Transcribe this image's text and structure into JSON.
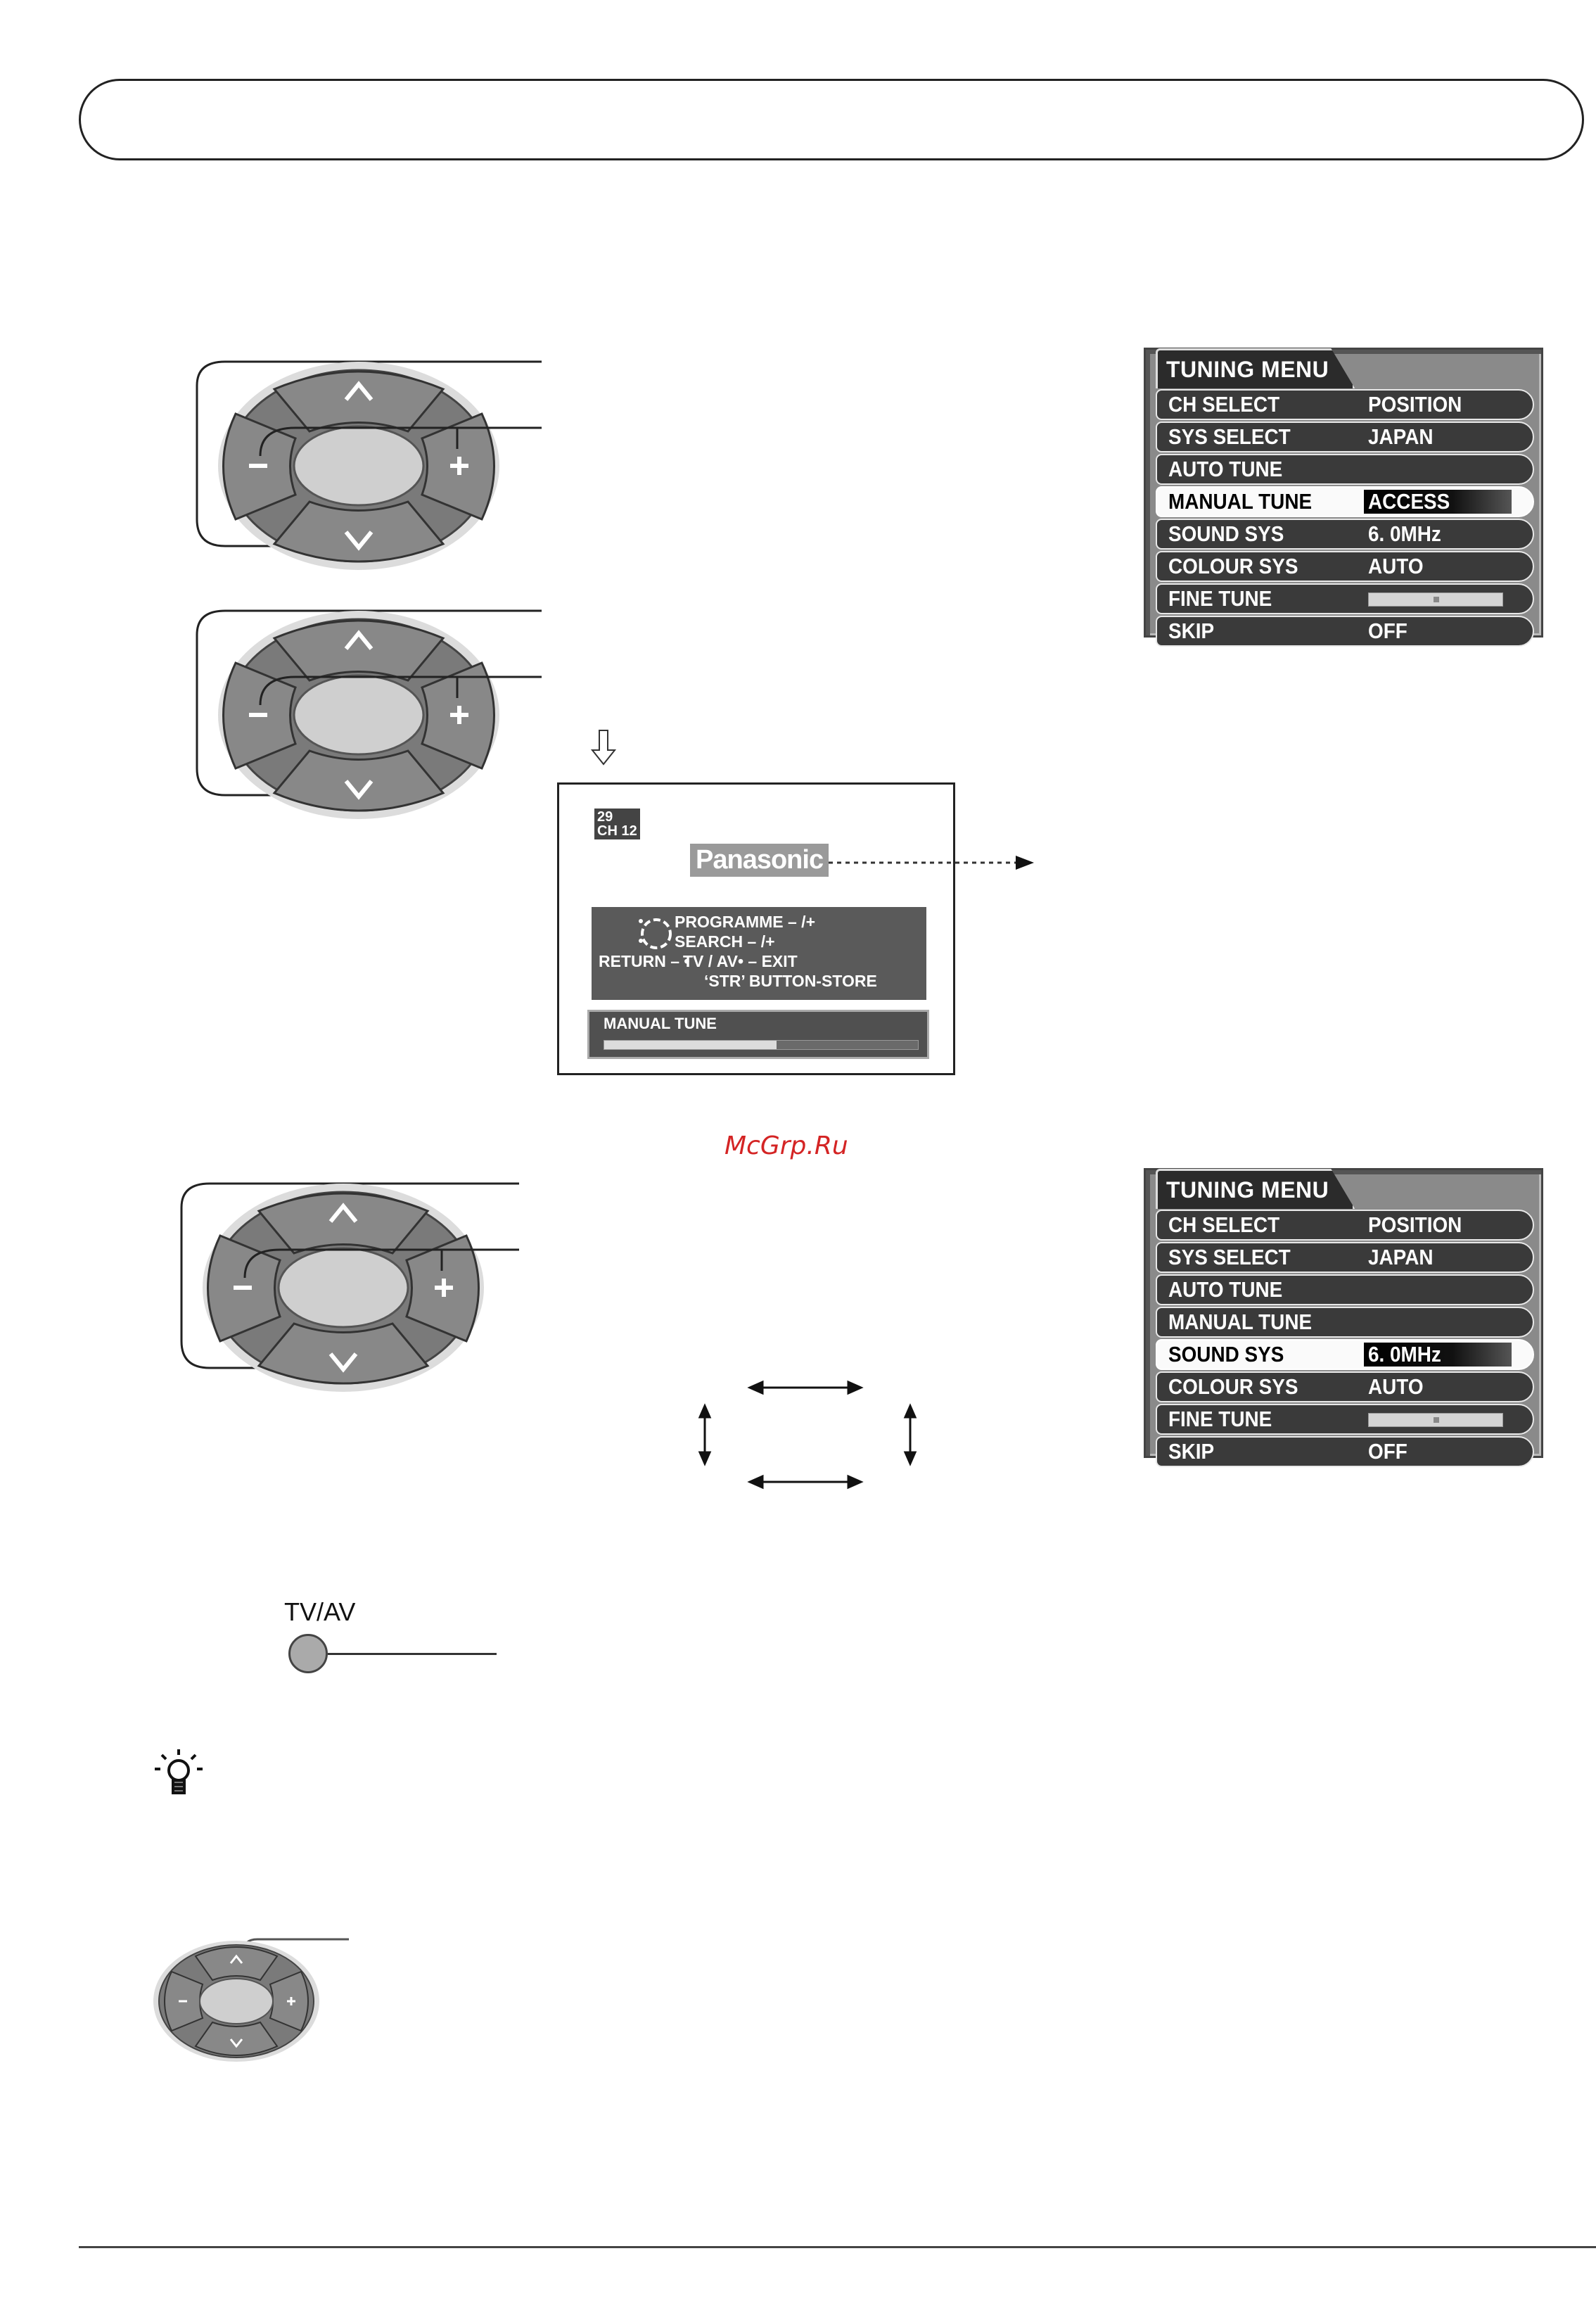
{
  "tuning_menu_1": {
    "title": "TUNING MENU",
    "rows": [
      {
        "label": "CH SELECT",
        "value": "POSITION"
      },
      {
        "label": "SYS SELECT",
        "value": "JAPAN"
      },
      {
        "label": "AUTO TUNE",
        "value": ""
      },
      {
        "label": "MANUAL TUNE",
        "value": "ACCESS"
      },
      {
        "label": "SOUND SYS",
        "value": "6. 0MHz"
      },
      {
        "label": "COLOUR SYS",
        "value": "AUTO"
      },
      {
        "label": "FINE TUNE",
        "value": ""
      },
      {
        "label": "SKIP",
        "value": "OFF"
      }
    ],
    "highlighted": "MANUAL TUNE"
  },
  "tuning_menu_2": {
    "title": "TUNING MENU",
    "rows": [
      {
        "label": "CH SELECT",
        "value": "POSITION"
      },
      {
        "label": "SYS SELECT",
        "value": "JAPAN"
      },
      {
        "label": "AUTO TUNE",
        "value": ""
      },
      {
        "label": "MANUAL TUNE",
        "value": ""
      },
      {
        "label": "SOUND SYS",
        "value": "6. 0MHz"
      },
      {
        "label": "COLOUR SYS",
        "value": "AUTO"
      },
      {
        "label": "FINE TUNE",
        "value": ""
      },
      {
        "label": "SKIP",
        "value": "OFF"
      }
    ],
    "highlighted": "SOUND SYS"
  },
  "screen": {
    "programme": "29",
    "channel": "CH 12",
    "brand": "Panasonic",
    "help_programme": "PROGRAMME  – /+",
    "help_search": "SEARCH  – /+",
    "help_return": "RETURN – •",
    "help_tvav": "TV / AV• – EXIT",
    "help_store": "‘STR’ BUTTON-STORE",
    "manual_tune_label": "MANUAL TUNE",
    "manual_tune_progress": 0.55
  },
  "watermark": "McGrp.Ru",
  "tvav_button_label": "TV/AV",
  "colors": {
    "menu_dark": "#3a3a3a",
    "pad_gray": "#777777",
    "watermark": "#d42424"
  }
}
